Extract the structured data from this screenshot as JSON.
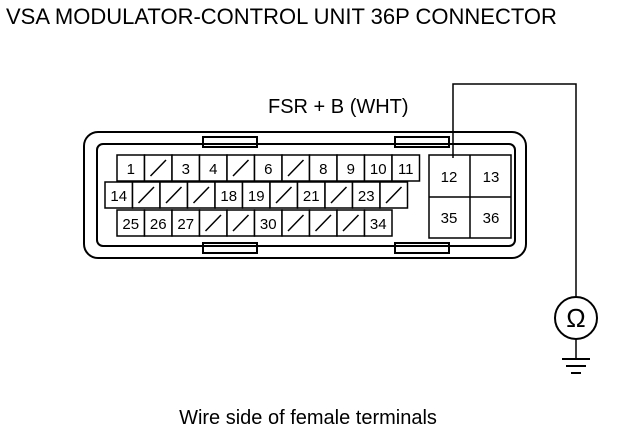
{
  "title": "VSA MODULATOR-CONTROL UNIT 36P CONNECTOR",
  "wire_label": "FSR  + B (WHT)",
  "caption": "Wire side of female terminals",
  "meter_symbol": "Ω",
  "ground_icon": "ground-symbol",
  "connector": {
    "row1": [
      {
        "label": "1"
      },
      {
        "label": ""
      },
      {
        "label": "3"
      },
      {
        "label": "4"
      },
      {
        "label": ""
      },
      {
        "label": "6"
      },
      {
        "label": ""
      },
      {
        "label": "8"
      },
      {
        "label": "9"
      },
      {
        "label": "10"
      },
      {
        "label": "11"
      }
    ],
    "row2": [
      {
        "label": "14"
      },
      {
        "label": ""
      },
      {
        "label": ""
      },
      {
        "label": ""
      },
      {
        "label": "18"
      },
      {
        "label": "19"
      },
      {
        "label": ""
      },
      {
        "label": "21"
      },
      {
        "label": ""
      },
      {
        "label": "23"
      },
      {
        "label": ""
      }
    ],
    "row3": [
      {
        "label": "25"
      },
      {
        "label": "26"
      },
      {
        "label": "27"
      },
      {
        "label": ""
      },
      {
        "label": ""
      },
      {
        "label": "30"
      },
      {
        "label": ""
      },
      {
        "label": ""
      },
      {
        "label": ""
      },
      {
        "label": "34"
      }
    ],
    "big_pins": [
      "12",
      "13",
      "35",
      "36"
    ]
  }
}
